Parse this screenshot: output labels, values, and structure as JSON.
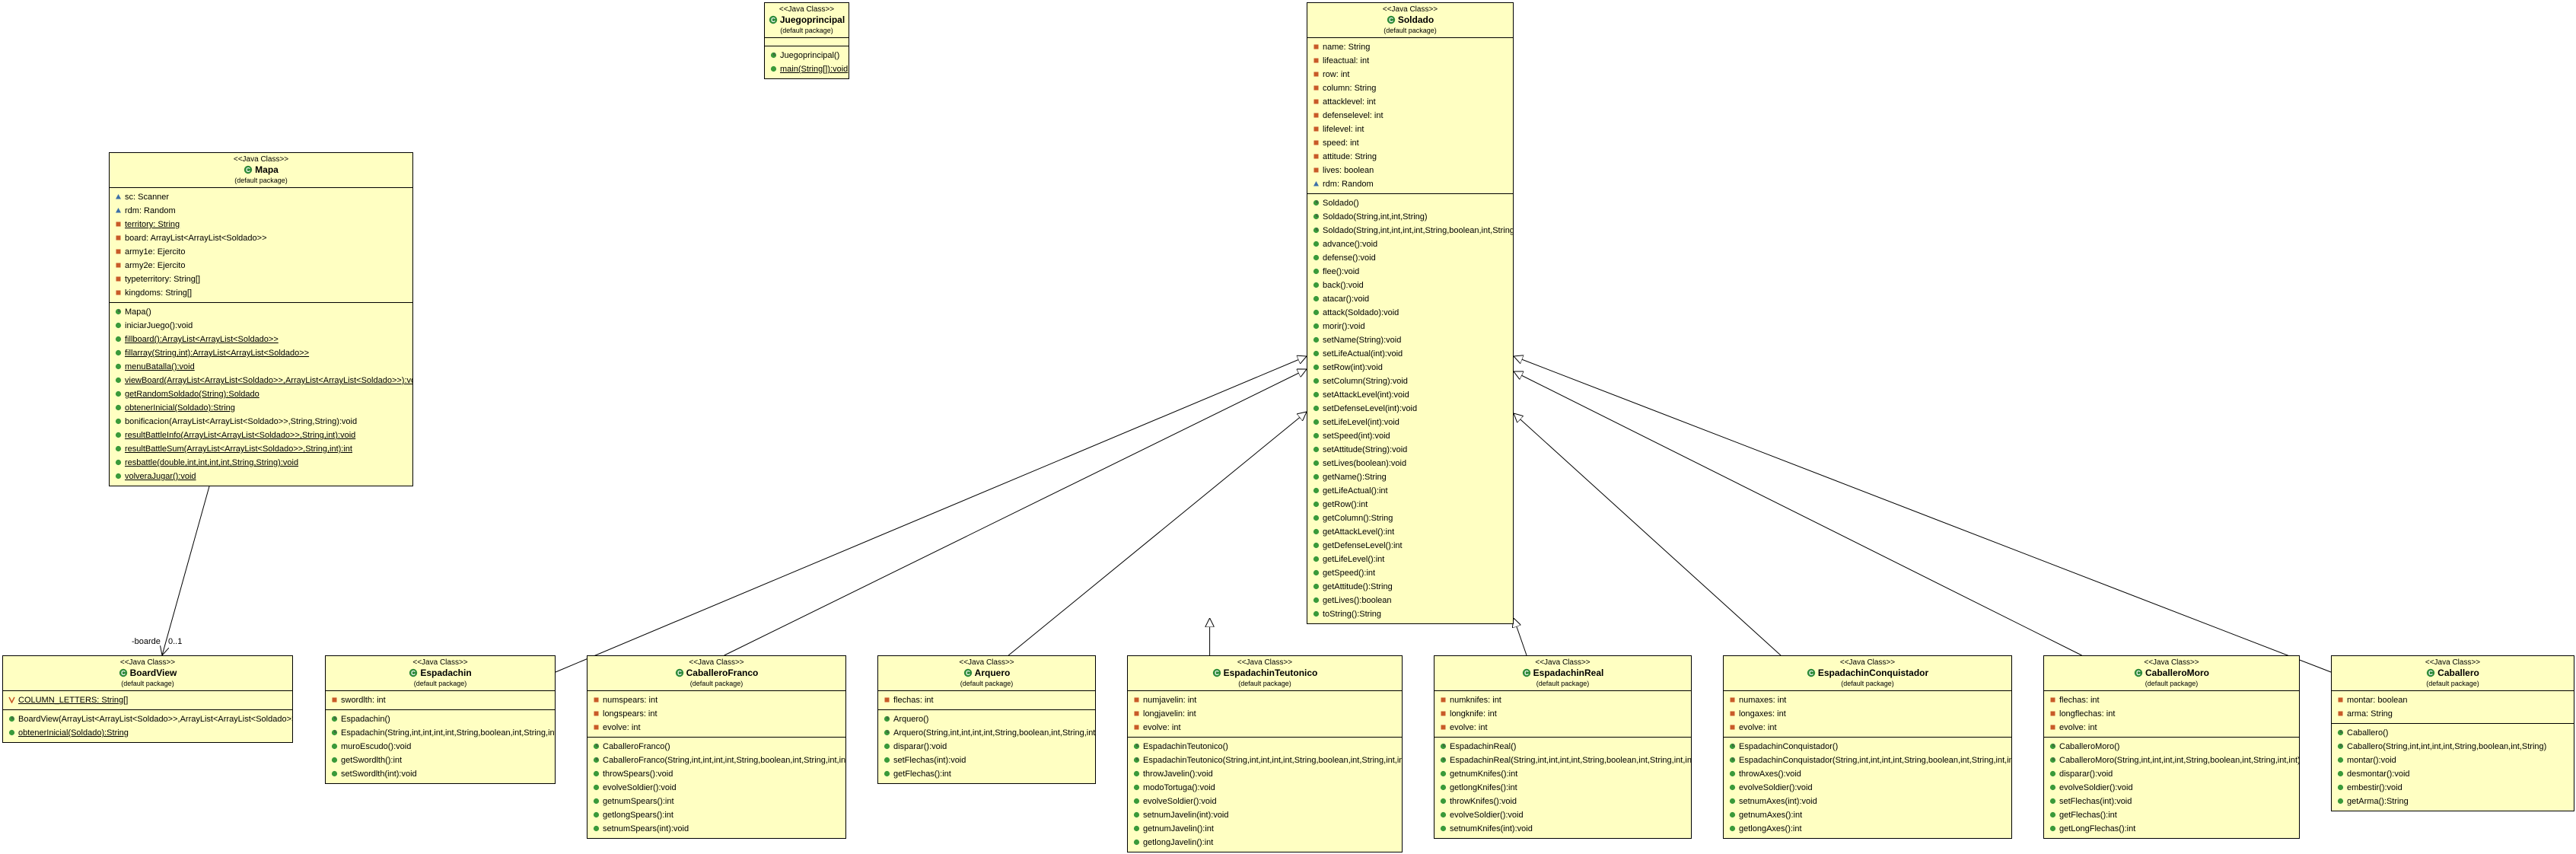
{
  "colors": {
    "class_fill": "#ffffc2",
    "border": "#000000",
    "public": "#3a9a3a",
    "private": "#c85a28",
    "package": "#3c6fa8",
    "protected": "#c8a028",
    "class_icon": "#2e8b3a"
  },
  "classes": [
    {
      "id": "juegoprincipal",
      "stereotype": "<<Java Class>>",
      "name": "Juegoprincipal",
      "package": "(default package)",
      "attributes": [],
      "operations": [
        {
          "vis": "public",
          "text": "Juegoprincipal()",
          "ctor": true
        },
        {
          "vis": "public",
          "text": "main(String[]):void",
          "static": true
        }
      ]
    },
    {
      "id": "soldado",
      "stereotype": "<<Java Class>>",
      "name": "Soldado",
      "package": "(default package)",
      "attributes": [
        {
          "vis": "private",
          "text": "name: String"
        },
        {
          "vis": "private",
          "text": "lifeactual: int"
        },
        {
          "vis": "private",
          "text": "row: int"
        },
        {
          "vis": "private",
          "text": "column: String"
        },
        {
          "vis": "private",
          "text": "attacklevel: int"
        },
        {
          "vis": "private",
          "text": "defenselevel: int"
        },
        {
          "vis": "private",
          "text": "lifelevel: int"
        },
        {
          "vis": "private",
          "text": "speed: int"
        },
        {
          "vis": "private",
          "text": "attitude: String"
        },
        {
          "vis": "private",
          "text": "lives: boolean"
        },
        {
          "vis": "package",
          "text": "rdm: Random"
        }
      ],
      "operations": [
        {
          "vis": "public",
          "text": "Soldado()",
          "ctor": true
        },
        {
          "vis": "public",
          "text": "Soldado(String,int,int,String)",
          "ctor": true
        },
        {
          "vis": "public",
          "text": "Soldado(String,int,int,int,int,String,boolean,int,String)",
          "ctor": true
        },
        {
          "vis": "public",
          "text": "advance():void"
        },
        {
          "vis": "public",
          "text": "defense():void"
        },
        {
          "vis": "public",
          "text": "flee():void"
        },
        {
          "vis": "public",
          "text": "back():void"
        },
        {
          "vis": "public",
          "text": "atacar():void"
        },
        {
          "vis": "public",
          "text": "attack(Soldado):void"
        },
        {
          "vis": "public",
          "text": "morir():void"
        },
        {
          "vis": "public",
          "text": "setName(String):void"
        },
        {
          "vis": "public",
          "text": "setLifeActual(int):void"
        },
        {
          "vis": "public",
          "text": "setRow(int):void"
        },
        {
          "vis": "public",
          "text": "setColumn(String):void"
        },
        {
          "vis": "public",
          "text": "setAttackLevel(int):void"
        },
        {
          "vis": "public",
          "text": "setDefenseLevel(int):void"
        },
        {
          "vis": "public",
          "text": "setLifeLevel(int):void"
        },
        {
          "vis": "public",
          "text": "setSpeed(int):void"
        },
        {
          "vis": "public",
          "text": "setAttitude(String):void"
        },
        {
          "vis": "public",
          "text": "setLives(boolean):void"
        },
        {
          "vis": "public",
          "text": "getName():String"
        },
        {
          "vis": "public",
          "text": "getLifeActual():int"
        },
        {
          "vis": "public",
          "text": "getRow():int"
        },
        {
          "vis": "public",
          "text": "getColumn():String"
        },
        {
          "vis": "public",
          "text": "getAttackLevel():int"
        },
        {
          "vis": "public",
          "text": "getDefenseLevel():int"
        },
        {
          "vis": "public",
          "text": "getLifeLevel():int"
        },
        {
          "vis": "public",
          "text": "getSpeed():int"
        },
        {
          "vis": "public",
          "text": "getAttitude():String"
        },
        {
          "vis": "public",
          "text": "getLives():boolean"
        },
        {
          "vis": "public",
          "text": "toString():String"
        }
      ]
    },
    {
      "id": "mapa",
      "stereotype": "<<Java Class>>",
      "name": "Mapa",
      "package": "(default package)",
      "attributes": [
        {
          "vis": "package",
          "text": "sc: Scanner"
        },
        {
          "vis": "package",
          "text": "rdm: Random"
        },
        {
          "vis": "private",
          "text": "territory: String",
          "static": true
        },
        {
          "vis": "private",
          "text": "board: ArrayList<ArrayList<Soldado>>"
        },
        {
          "vis": "private",
          "text": "army1e: Ejercito"
        },
        {
          "vis": "private",
          "text": "army2e: Ejercito"
        },
        {
          "vis": "private",
          "text": "typeterritory: String[]"
        },
        {
          "vis": "private",
          "text": "kingdoms: String[]"
        }
      ],
      "operations": [
        {
          "vis": "public",
          "text": "Mapa()",
          "ctor": true
        },
        {
          "vis": "public",
          "text": "iniciarJuego():void"
        },
        {
          "vis": "public",
          "text": "fillboard():ArrayList<ArrayList<Soldado>>",
          "static": true
        },
        {
          "vis": "public",
          "text": "fillarray(String,int):ArrayList<ArrayList<Soldado>>",
          "static": true
        },
        {
          "vis": "public",
          "text": "menuBatalla():void",
          "static": true
        },
        {
          "vis": "public",
          "text": "viewBoard(ArrayList<ArrayList<Soldado>>,ArrayList<ArrayList<Soldado>>):void",
          "static": true
        },
        {
          "vis": "public",
          "text": "getRandomSoldado(String):Soldado",
          "static": true
        },
        {
          "vis": "public",
          "text": "obtenerInicial(Soldado):String",
          "static": true
        },
        {
          "vis": "public",
          "text": "bonificacion(ArrayList<ArrayList<Soldado>>,String,String):void"
        },
        {
          "vis": "public",
          "text": "resultBattleInfo(ArrayList<ArrayList<Soldado>>,String,int):void",
          "static": true
        },
        {
          "vis": "public",
          "text": "resultBattleSum(ArrayList<ArrayList<Soldado>>,String,int):int",
          "static": true
        },
        {
          "vis": "public",
          "text": "resbattle(double,int,int,int,int,String,String):void",
          "static": true
        },
        {
          "vis": "public",
          "text": "volveraJugar():void",
          "static": true
        }
      ]
    },
    {
      "id": "boardview",
      "stereotype": "<<Java Class>>",
      "name": "BoardView",
      "package": "(default package)",
      "attributes": [
        {
          "vis": "static_final",
          "text": "COLUMN_LETTERS: String[]",
          "static": true
        }
      ],
      "operations": [
        {
          "vis": "public",
          "text": "BoardView(ArrayList<ArrayList<Soldado>>,ArrayList<ArrayList<Soldado>>)",
          "ctor": true
        },
        {
          "vis": "public",
          "text": "obtenerInicial(Soldado):String",
          "static": true
        }
      ]
    },
    {
      "id": "espadachin",
      "stereotype": "<<Java Class>>",
      "name": "Espadachin",
      "package": "(default package)",
      "attributes": [
        {
          "vis": "private",
          "text": "swordlth: int"
        }
      ],
      "operations": [
        {
          "vis": "public",
          "text": "Espadachin()",
          "ctor": true
        },
        {
          "vis": "public",
          "text": "Espadachin(String,int,int,int,int,String,boolean,int,String,int)",
          "ctor": true
        },
        {
          "vis": "public",
          "text": "muroEscudo():void"
        },
        {
          "vis": "public",
          "text": "getSwordlth():int"
        },
        {
          "vis": "public",
          "text": "setSwordlth(int):void"
        }
      ]
    },
    {
      "id": "caballerofranco",
      "stereotype": "<<Java Class>>",
      "name": "CaballeroFranco",
      "package": "(default package)",
      "attributes": [
        {
          "vis": "private",
          "text": "numspears: int"
        },
        {
          "vis": "private",
          "text": "longspears: int"
        },
        {
          "vis": "private",
          "text": "evolve: int"
        }
      ],
      "operations": [
        {
          "vis": "public",
          "text": "CaballeroFranco()",
          "ctor": true
        },
        {
          "vis": "public",
          "text": "CaballeroFranco(String,int,int,int,int,String,boolean,int,String,int,int)",
          "ctor": true
        },
        {
          "vis": "public",
          "text": "throwSpears():void"
        },
        {
          "vis": "public",
          "text": "evolveSoldier():void"
        },
        {
          "vis": "public",
          "text": "getnumSpears():int"
        },
        {
          "vis": "public",
          "text": "getlongSpears():int"
        },
        {
          "vis": "public",
          "text": "setnumSpears(int):void"
        }
      ]
    },
    {
      "id": "arquero",
      "stereotype": "<<Java Class>>",
      "name": "Arquero",
      "package": "(default package)",
      "attributes": [
        {
          "vis": "private",
          "text": "flechas: int"
        }
      ],
      "operations": [
        {
          "vis": "public",
          "text": "Arquero()",
          "ctor": true
        },
        {
          "vis": "public",
          "text": "Arquero(String,int,int,int,int,String,boolean,int,String,int)",
          "ctor": true
        },
        {
          "vis": "public",
          "text": "disparar():void"
        },
        {
          "vis": "public",
          "text": "setFlechas(int):void"
        },
        {
          "vis": "public",
          "text": "getFlechas():int"
        }
      ]
    },
    {
      "id": "espadachinteutonico",
      "stereotype": "<<Java Class>>",
      "name": "EspadachinTeutonico",
      "package": "(default package)",
      "attributes": [
        {
          "vis": "private",
          "text": "numjavelin: int"
        },
        {
          "vis": "private",
          "text": "longjavelin: int"
        },
        {
          "vis": "private",
          "text": "evolve: int"
        }
      ],
      "operations": [
        {
          "vis": "public",
          "text": "EspadachinTeutonico()",
          "ctor": true
        },
        {
          "vis": "public",
          "text": "EspadachinTeutonico(String,int,int,int,int,String,boolean,int,String,int,int)",
          "ctor": true
        },
        {
          "vis": "public",
          "text": "throwJavelin():void"
        },
        {
          "vis": "public",
          "text": "modoTortuga():void"
        },
        {
          "vis": "public",
          "text": "evolveSoldier():void"
        },
        {
          "vis": "public",
          "text": "setnumJavelin(int):void"
        },
        {
          "vis": "public",
          "text": "getnumJavelin():int"
        },
        {
          "vis": "public",
          "text": "getlongJavelin():int"
        }
      ]
    },
    {
      "id": "espadachinreal",
      "stereotype": "<<Java Class>>",
      "name": "EspadachinReal",
      "package": "(default package)",
      "attributes": [
        {
          "vis": "private",
          "text": "numknifes: int"
        },
        {
          "vis": "private",
          "text": "longknife: int"
        },
        {
          "vis": "private",
          "text": "evolve: int"
        }
      ],
      "operations": [
        {
          "vis": "public",
          "text": "EspadachinReal()",
          "ctor": true
        },
        {
          "vis": "public",
          "text": "EspadachinReal(String,int,int,int,int,String,boolean,int,String,int,int)",
          "ctor": true
        },
        {
          "vis": "public",
          "text": "getnumKnifes():int"
        },
        {
          "vis": "public",
          "text": "getlongKnifes():int"
        },
        {
          "vis": "public",
          "text": "throwKnifes():void"
        },
        {
          "vis": "public",
          "text": "evolveSoldier():void"
        },
        {
          "vis": "public",
          "text": "setnumKnifes(int):void"
        }
      ]
    },
    {
      "id": "espadachinconquistador",
      "stereotype": "<<Java Class>>",
      "name": "EspadachinConquistador",
      "package": "(default package)",
      "attributes": [
        {
          "vis": "private",
          "text": "numaxes: int"
        },
        {
          "vis": "private",
          "text": "longaxes: int"
        },
        {
          "vis": "private",
          "text": "evolve: int"
        }
      ],
      "operations": [
        {
          "vis": "public",
          "text": "EspadachinConquistador()",
          "ctor": true
        },
        {
          "vis": "public",
          "text": "EspadachinConquistador(String,int,int,int,int,String,boolean,int,String,int,int)",
          "ctor": true
        },
        {
          "vis": "public",
          "text": "throwAxes():void"
        },
        {
          "vis": "public",
          "text": "evolveSoldier():void"
        },
        {
          "vis": "public",
          "text": "setnumAxes(int):void"
        },
        {
          "vis": "public",
          "text": "getnumAxes():int"
        },
        {
          "vis": "public",
          "text": "getlongAxes():int"
        }
      ]
    },
    {
      "id": "caballeromoro",
      "stereotype": "<<Java Class>>",
      "name": "CaballeroMoro",
      "package": "(default package)",
      "attributes": [
        {
          "vis": "private",
          "text": "flechas: int"
        },
        {
          "vis": "private",
          "text": "longflechas: int"
        },
        {
          "vis": "private",
          "text": "evolve: int"
        }
      ],
      "operations": [
        {
          "vis": "public",
          "text": "CaballeroMoro()",
          "ctor": true
        },
        {
          "vis": "public",
          "text": "CaballeroMoro(String,int,int,int,int,String,boolean,int,String,int,int)",
          "ctor": true
        },
        {
          "vis": "public",
          "text": "disparar():void"
        },
        {
          "vis": "public",
          "text": "evolveSoldier():void"
        },
        {
          "vis": "public",
          "text": "setFlechas(int):void"
        },
        {
          "vis": "public",
          "text": "getFlechas():int"
        },
        {
          "vis": "public",
          "text": "getLongFlechas():int"
        }
      ]
    },
    {
      "id": "caballero",
      "stereotype": "<<Java Class>>",
      "name": "Caballero",
      "package": "(default package)",
      "attributes": [
        {
          "vis": "private",
          "text": "montar: boolean"
        },
        {
          "vis": "private",
          "text": "arma: String"
        }
      ],
      "operations": [
        {
          "vis": "public",
          "text": "Caballero()",
          "ctor": true
        },
        {
          "vis": "public",
          "text": "Caballero(String,int,int,int,int,String,boolean,int,String)",
          "ctor": true
        },
        {
          "vis": "public",
          "text": "montar():void"
        },
        {
          "vis": "public",
          "text": "desmontar():void"
        },
        {
          "vis": "public",
          "text": "embestir():void"
        },
        {
          "vis": "public",
          "text": "getArma():String"
        }
      ]
    }
  ],
  "association": {
    "from": "mapa",
    "to": "boardview",
    "role": "-boarde",
    "multiplicity": "0..1"
  },
  "inheritance": [
    {
      "child": "espadachin",
      "parent": "soldado"
    },
    {
      "child": "caballerofranco",
      "parent": "soldado"
    },
    {
      "child": "arquero",
      "parent": "soldado"
    },
    {
      "child": "espadachinteutonico",
      "parent": "soldado"
    },
    {
      "child": "espadachinreal",
      "parent": "soldado"
    },
    {
      "child": "espadachinconquistador",
      "parent": "soldado"
    },
    {
      "child": "caballeromoro",
      "parent": "soldado"
    },
    {
      "child": "caballero",
      "parent": "soldado"
    }
  ]
}
